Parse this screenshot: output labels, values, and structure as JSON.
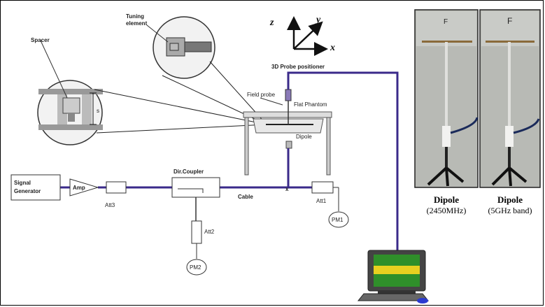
{
  "diagram": {
    "labels": {
      "tuning_element": [
        "Tuning",
        "element"
      ],
      "spacer": "Spacer",
      "s": "s",
      "probe_positioner": "3D Probe positioner",
      "field_probe": "Field probe",
      "flat_phantom": "Flat Phantom",
      "dipole": "Dipole",
      "signal_generator": [
        "Signal",
        "Generator"
      ],
      "amp": "Amp",
      "att3": "Att3",
      "dir_coupler": "Dir.Coupler",
      "cable": "Cable",
      "x_mark": "x",
      "att1": "Att1",
      "pm1": "PM1",
      "att2": "Att2",
      "pm2": "PM2"
    },
    "axes": {
      "z": "z",
      "y": "y",
      "x": "x"
    },
    "colors": {
      "cable": "#3a2a8a",
      "line": "#333333",
      "screen_green": "#2f8f2a",
      "screen_yellow": "#e8d020"
    }
  },
  "photos": [
    {
      "letter": "F",
      "title": "Dipole",
      "subtitle": "(2450MHz)"
    },
    {
      "letter": "F",
      "title": "Dipole",
      "subtitle": "(5GHz band)"
    }
  ]
}
